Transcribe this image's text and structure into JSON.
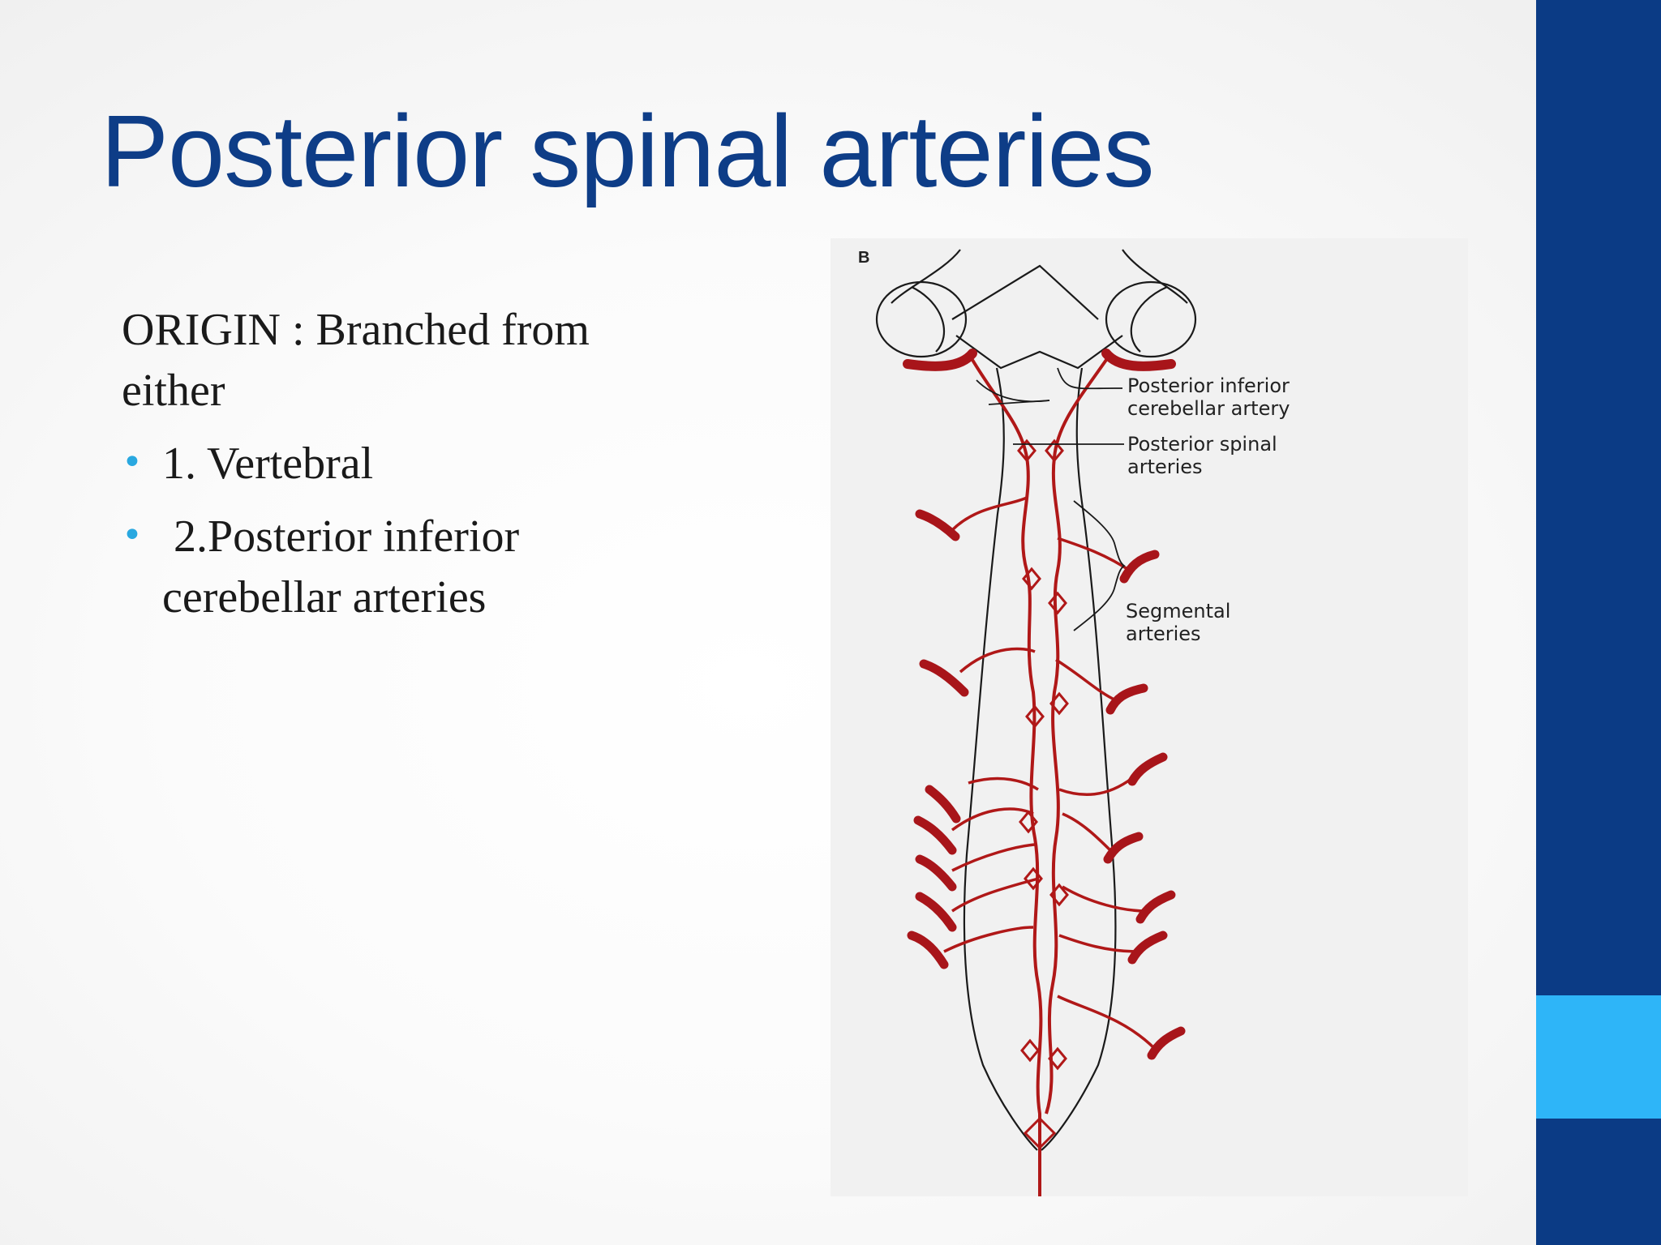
{
  "slide": {
    "title": "Posterior spinal arteries",
    "origin_text": "ORIGIN : Branched from either",
    "bullets": [
      "1. Vertebral",
      " 2.Posterior inferior cerebellar arteries"
    ],
    "bullet_glyph": "•"
  },
  "figure": {
    "panel_letter": "B",
    "labels": {
      "pica_line1": "Posterior inferior",
      "pica_line2": "cerebellar artery",
      "psa_line1": "Posterior spinal",
      "psa_line2": "arteries",
      "seg_line1": "Segmental",
      "seg_line2": "arteries"
    }
  },
  "colors": {
    "title": "#0e3d87",
    "bullet": "#29a8e0",
    "band_dark": "#0b3b85",
    "band_light": "#2eb5f8",
    "artery": "#b01818",
    "outline": "#1a1a1a"
  }
}
